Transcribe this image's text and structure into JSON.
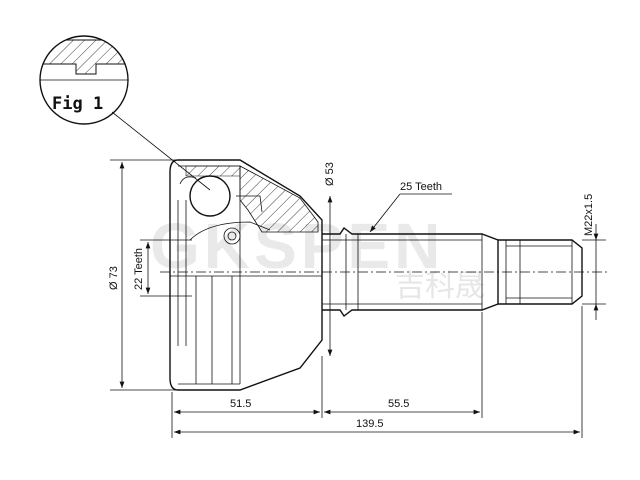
{
  "figure": {
    "label": "Fig 1"
  },
  "dimensions": {
    "outer_diameter": "Ø 73",
    "spline_inner": "22 Teeth",
    "neck_diameter": "Ø 53",
    "spline_outer": "25 Teeth",
    "thread": "M22x1.5",
    "length_bell": "51.5",
    "length_shaft": "55.5",
    "length_total": "139.5"
  },
  "watermark": {
    "text": "GKSPEN",
    "text_cn": "吉科晟"
  }
}
